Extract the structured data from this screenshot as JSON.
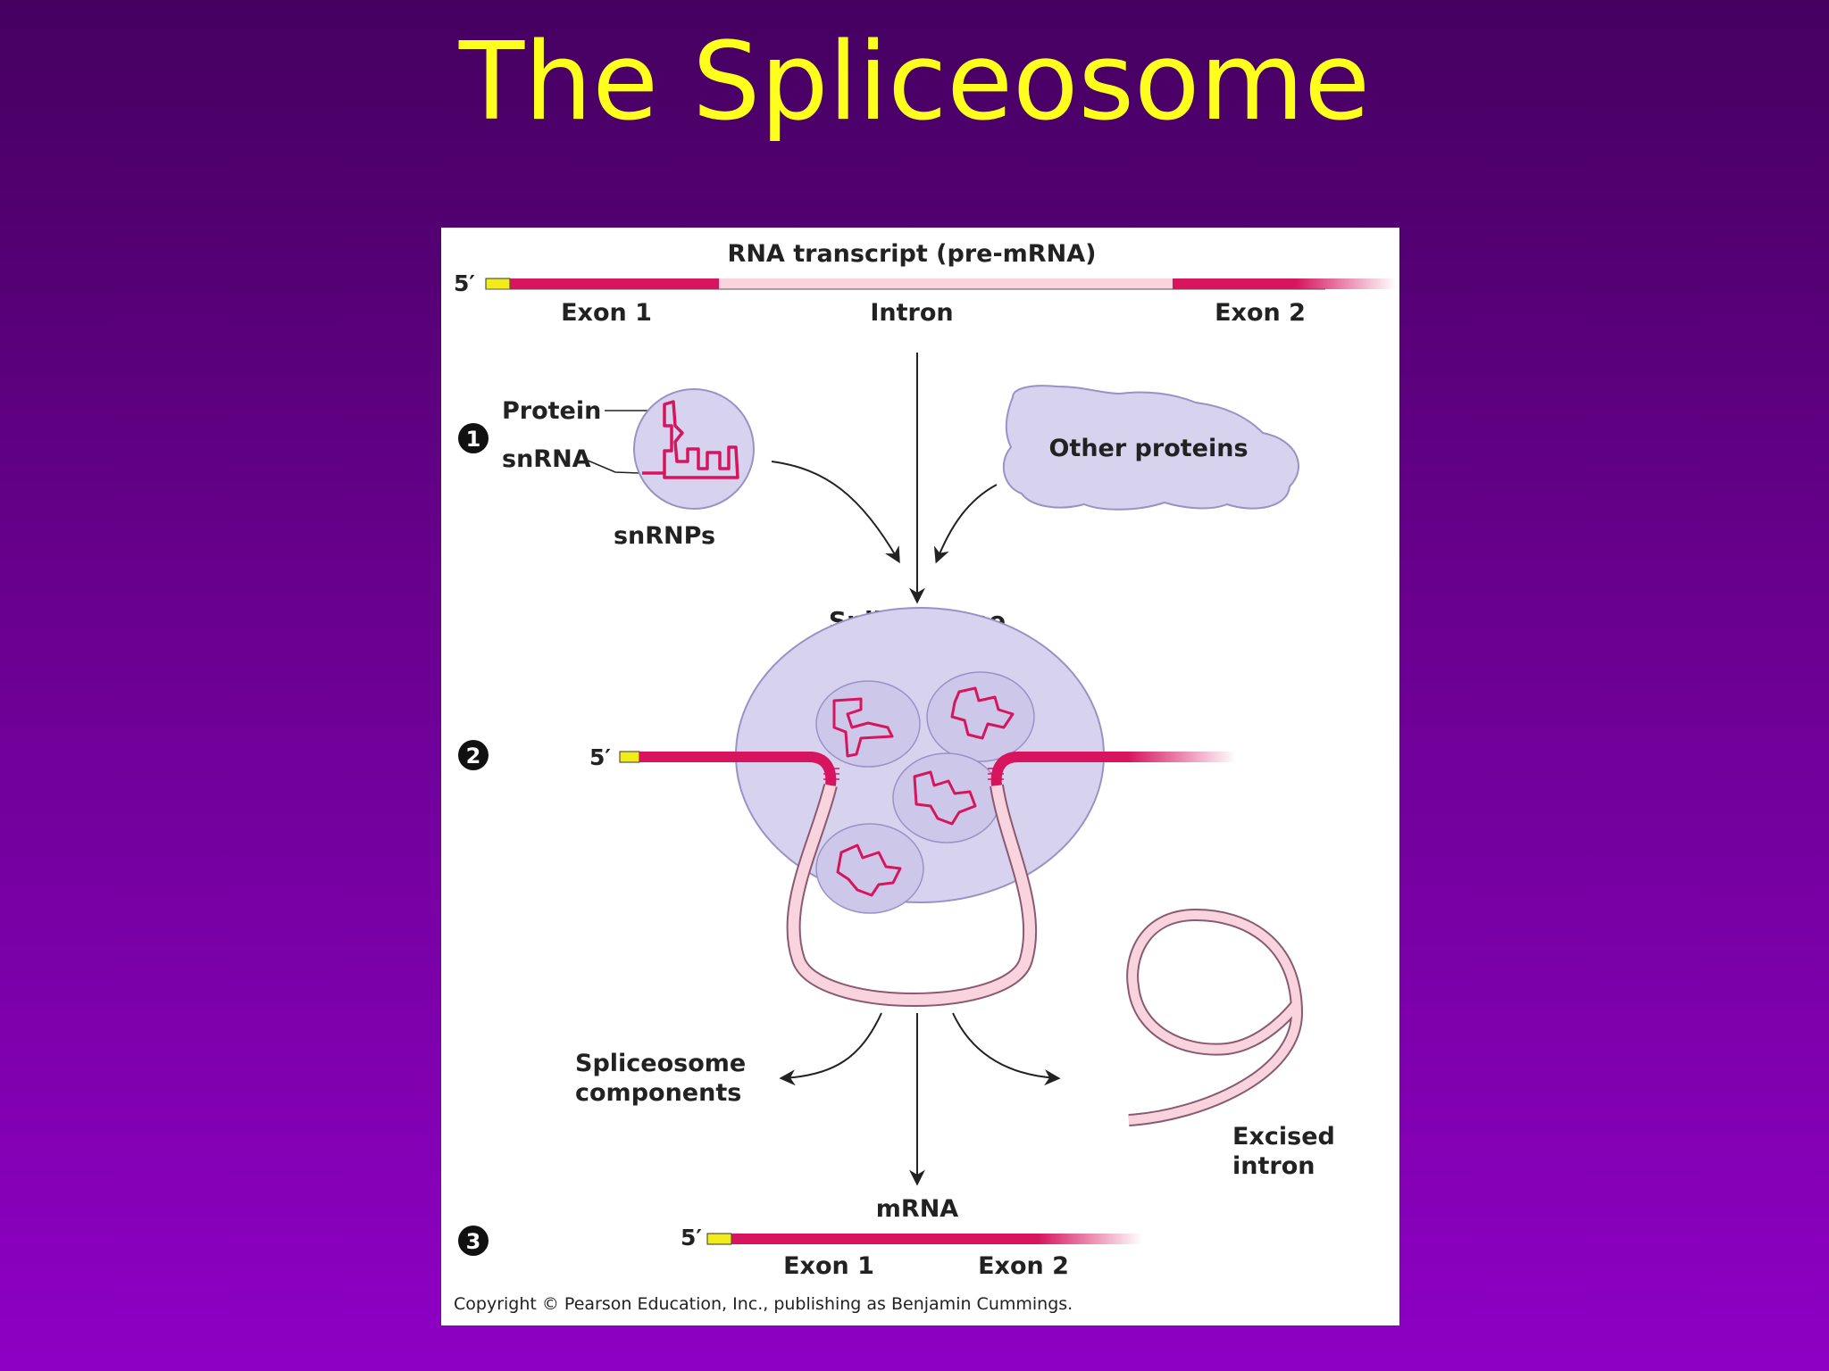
{
  "slide": {
    "title": "The Spliceosome"
  },
  "colors": {
    "background_top": "#450060",
    "background_bottom": "#8e00c4",
    "title": "#ffff1e",
    "exon": "#d6155e",
    "intron": "#f9d3de",
    "cap": "#f2ec1a",
    "blob": "#d7d3ef"
  },
  "figure": {
    "transcript": {
      "heading": "RNA transcript (pre-mRNA)",
      "five_prime": "5′",
      "exon1": "Exon 1",
      "intron": "Intron",
      "exon2": "Exon 2"
    },
    "step1": {
      "number": "1",
      "protein_label": "Protein",
      "snrna_label": "snRNA",
      "snrnps_label": "snRNPs",
      "other_proteins": "Other proteins"
    },
    "step2": {
      "number": "2",
      "spliceosome_label": "Spliceosome",
      "five_prime": "5′"
    },
    "outputs": {
      "components_line1": "Spliceosome",
      "components_line2": "components",
      "excised_line1": "Excised",
      "excised_line2": "intron"
    },
    "step3": {
      "number": "3",
      "mrna_label": "mRNA",
      "five_prime": "5′",
      "exon1": "Exon 1",
      "exon2": "Exon 2"
    },
    "copyright": "Copyright © Pearson Education, Inc., publishing as Benjamin Cummings."
  }
}
